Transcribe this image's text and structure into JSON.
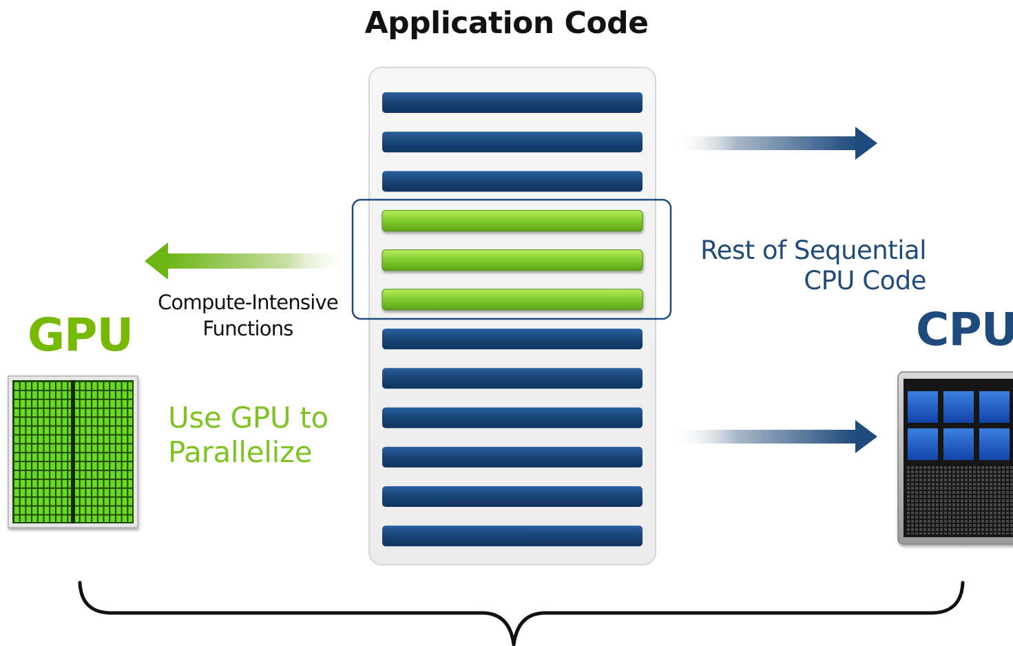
{
  "diagram": {
    "title": "Application Code",
    "compute_label_line1": "Compute-Intensive",
    "compute_label_line2": "Functions",
    "rest_label_line1": "Rest of Sequential",
    "rest_label_line2": "CPU Code",
    "gpu_title": "GPU",
    "cpu_title": "CPU",
    "parallelize_line1": "Use GPU to",
    "parallelize_line2": "Parallelize",
    "code_rows": [
      "sequential",
      "sequential",
      "sequential",
      "compute",
      "compute",
      "compute",
      "sequential",
      "sequential",
      "sequential",
      "sequential",
      "sequential",
      "sequential"
    ],
    "icons": {
      "gpu": "gpu-chip-icon",
      "cpu": "cpu-chip-icon",
      "to_gpu": "arrow-left-icon",
      "to_cpu": "arrow-right-icon",
      "grouping": "curly-brace-icon"
    },
    "colors": {
      "sequential": "#1a4a80",
      "compute": "#7cc42a",
      "gpu_brand": "#76b900",
      "cpu_brand": "#1f4a7c",
      "text": "#111111"
    }
  }
}
